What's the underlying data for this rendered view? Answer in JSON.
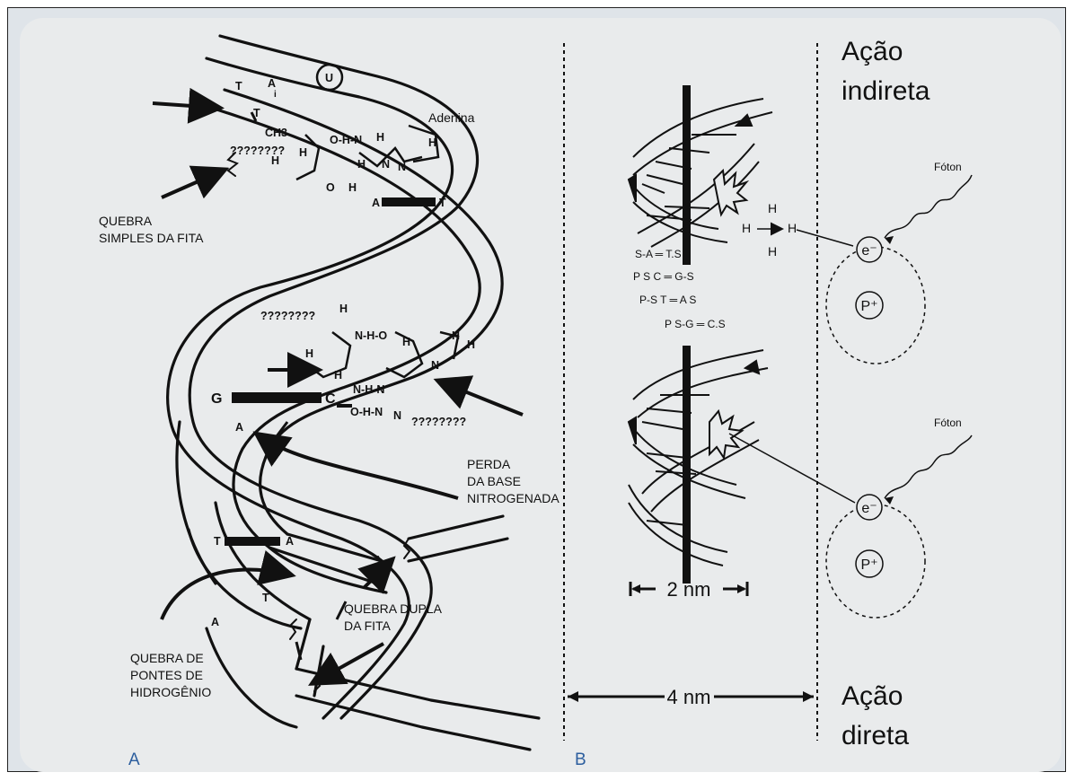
{
  "panel_a": {
    "letter": "A",
    "bases_label": "Adenina",
    "unknown_mark": "????????",
    "callouts": {
      "single_break": [
        "QUEBRA",
        "SIMPLES DA FITA"
      ],
      "base_loss": [
        "PERDA",
        "DA BASE",
        "NITROGENADA"
      ],
      "double_break": [
        "QUEBRA DUPLA",
        "DA FITA"
      ],
      "hbond_break": [
        "QUEBRA DE",
        "PONTES DE",
        "HIDROGÊNIO"
      ]
    },
    "chem_labels": {
      "T": "T",
      "A": "A",
      "i": "i",
      "U": "U",
      "CH3": "CH3",
      "OHN": "O-H-N",
      "H": "H",
      "N": "N",
      "O": "O",
      "G": "G",
      "C": "C",
      "NHO": "N-H-O",
      "NHN": "N-H-N",
      "OHN2": "O-H-N"
    }
  },
  "panel_b": {
    "letter": "B",
    "title_top": [
      "Ação",
      "indireta"
    ],
    "title_bottom": [
      "Ação",
      "direta"
    ],
    "photon": "Fóton",
    "electron": "e⁻",
    "proton": "P⁺",
    "width_small": "2 nm",
    "width_large": "4 nm",
    "strand_rows": [
      "S-A ═ T.S",
      "P S  C ═ G-S",
      "P-S  T ═ A  S",
      "P  S-G ═ C.S"
    ],
    "water": {
      "h": "H"
    }
  },
  "colors": {
    "panel_bg": "#e9ebec",
    "outer_bg": "#dfe4e9",
    "ink": "#111111",
    "letter": "#2c5e9e"
  }
}
